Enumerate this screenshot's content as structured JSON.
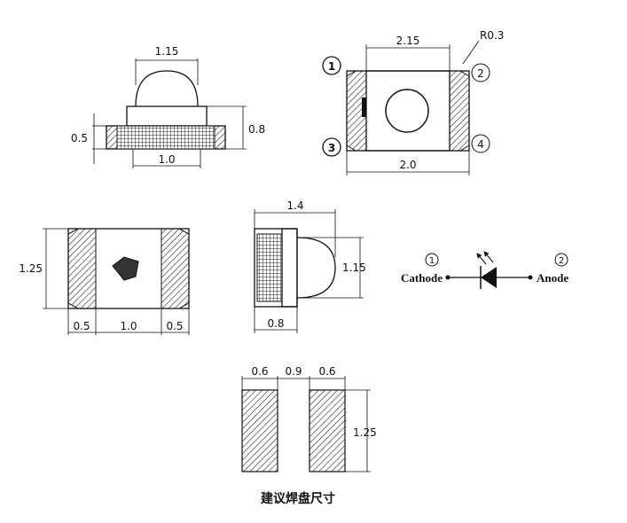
{
  "top_view": {
    "width_label": "2.15",
    "radius_label": "R0.3",
    "bottom_label": "2.0",
    "pins": [
      "1",
      "2",
      "3",
      "4"
    ]
  },
  "front_view": {
    "dome_label": "1.15",
    "left_label": "0.5",
    "right_label": "0.8",
    "bottom_label": "1.0"
  },
  "bottom_view": {
    "height_label": "1.25",
    "labels": [
      "0.5",
      "1.0",
      "0.5"
    ]
  },
  "side_view": {
    "top_label": "1.4",
    "right_label": "1.15",
    "bottom_label": "0.8"
  },
  "schematic": {
    "pin1": "1",
    "pin2": "2",
    "cathode": "Cathode",
    "anode": "Anode"
  },
  "pads": {
    "labels": [
      "0.6",
      "0.9",
      "0.6"
    ],
    "height_label": "1.25",
    "caption": "建议焊盘尺寸"
  }
}
